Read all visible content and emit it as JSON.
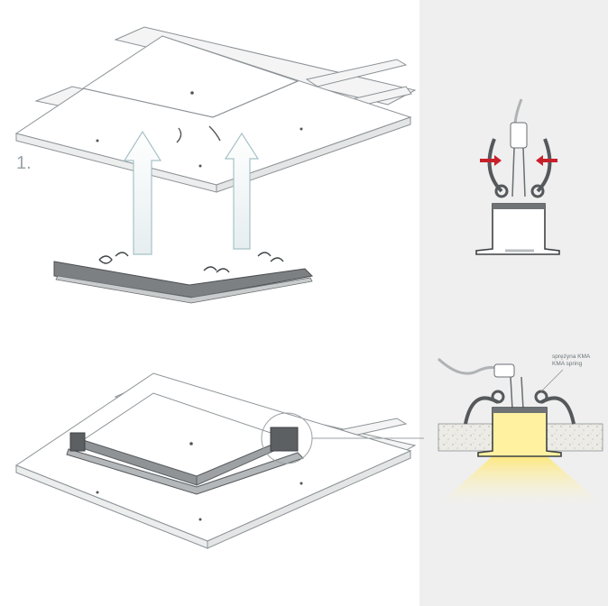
{
  "step": {
    "number": "1."
  },
  "callout": {
    "label_pl": "sprężyna KMA",
    "label_en": "KMA spring"
  },
  "colors": {
    "panel_bg": "#efefef",
    "arrow_red": "#c8202a",
    "light_yellow": "#fff3a6",
    "profile_gray": "#6f7376",
    "line": "#8c9296"
  }
}
